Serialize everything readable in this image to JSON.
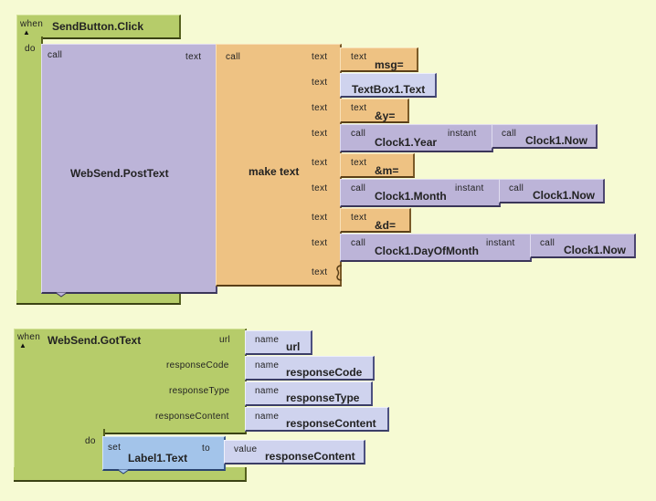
{
  "canvas": {
    "background": "#f6fad3"
  },
  "colors": {
    "event_block": "#b6cc6a",
    "procedure_block": "#bcb4d8",
    "text_block": "#eec283",
    "component_getter": "#cfd3ee",
    "setter_block": "#a3c4ea"
  },
  "block1": {
    "when_label": "when",
    "collapse_icon": "▲",
    "event_name": "SendButton.Click",
    "do_label": "do",
    "call_block": {
      "call_label": "call",
      "method": "WebSend.PostText",
      "arg_label": "text"
    },
    "make_text": {
      "call_label": "call",
      "title": "make text",
      "slots": [
        {
          "socket_label": "text",
          "type": "text",
          "tag": "text",
          "value": "msg="
        },
        {
          "socket_label": "text",
          "type": "getter",
          "tag": "",
          "value": "TextBox1.Text"
        },
        {
          "socket_label": "text",
          "type": "text",
          "tag": "text",
          "value": "&y="
        },
        {
          "socket_label": "text",
          "type": "call",
          "tag": "call",
          "value": "Clock1.Year",
          "arg_label": "instant",
          "arg": {
            "tag": "call",
            "value": "Clock1.Now"
          }
        },
        {
          "socket_label": "text",
          "type": "text",
          "tag": "text",
          "value": "&m="
        },
        {
          "socket_label": "text",
          "type": "call",
          "tag": "call",
          "value": "Clock1.Month",
          "arg_label": "instant",
          "arg": {
            "tag": "call",
            "value": "Clock1.Now"
          }
        },
        {
          "socket_label": "text",
          "type": "text",
          "tag": "text",
          "value": "&d="
        },
        {
          "socket_label": "text",
          "type": "call",
          "tag": "call",
          "value": "Clock1.DayOfMonth",
          "arg_label": "instant",
          "arg": {
            "tag": "call",
            "value": "Clock1.Now"
          }
        },
        {
          "socket_label": "text",
          "type": "empty"
        }
      ]
    }
  },
  "block2": {
    "when_label": "when",
    "collapse_icon": "▲",
    "event_name": "WebSend.GotText",
    "do_label": "do",
    "params": [
      {
        "label": "url",
        "tag": "name",
        "value": "url"
      },
      {
        "label": "responseCode",
        "tag": "name",
        "value": "responseCode"
      },
      {
        "label": "responseType",
        "tag": "name",
        "value": "responseType"
      },
      {
        "label": "responseContent",
        "tag": "name",
        "value": "responseContent"
      }
    ],
    "set_block": {
      "set_label": "set",
      "property": "Label1.Text",
      "to_label": "to",
      "value_tag": "value",
      "value": "responseContent"
    }
  }
}
